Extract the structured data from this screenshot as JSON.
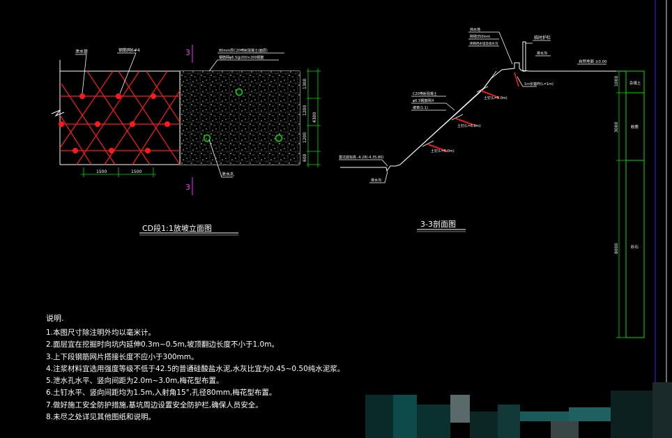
{
  "drawing": {
    "left_title": "CD段1:1放坡立面图",
    "right_title": "3-3剖面图",
    "section_mark": "3",
    "left_labels": {
      "drain_pipe": "泄水管",
      "steel_mesh": "钢筋网6#4",
      "top_note_1": "80mm厚C20喷射混凝土(面层)",
      "top_note_2": "钢筋网φ6.5@200×200钢筋",
      "drain_hole": "泄水孔",
      "dim_1500_a": "1500",
      "dim_1500_b": "1500",
      "dim_1300": "1300",
      "dim_1200_a": "1200",
      "dim_1200_b": "1200",
      "dim_600": "600",
      "dim_4300": "4300"
    },
    "right_labels": {
      "top_note_1": "挡水墙",
      "top_note_2": "砖砌350mm",
      "top_note_3": "砖砌挡水墙及排水沟",
      "fence": "临时护栏",
      "ground_level": "自然地面 ±0.00",
      "drain_ditch": "排水沟",
      "anchor_top": "1m长锚杆(L=1m)",
      "shotcrete_1": "C20喷射混凝土",
      "shotcrete_2": "φ6.5钢筋网片",
      "slope_ratio": "坡率(1:1)",
      "nail_1": "土钉(L=6.0m)",
      "nail_2": "土钉(L=6.0m)",
      "nail_3": "土钉(L=6.0m)",
      "bottom_level": "基坑底标高 -4.28(-4.35,80)",
      "bottom_ditch": "排水沟",
      "strata_1": "杂填土",
      "strata_2": "粉质",
      "strata_3": "砂石",
      "strata_dim_1": "1000",
      "strata_dim_2": "3000",
      "strata_dim_3": "8000"
    }
  },
  "notes": {
    "heading": "说明.",
    "items": [
      "1.本图尺寸除注明外均以毫米计。",
      "2.面层宜在挖掘时向坑内延伸0.3m~0.5m,坡顶翻边长度不小于1.0m。",
      "3.上下段钢筋网片搭接长度不应小于300mm。",
      "4.注浆材料宜选用强度等级不低于42.5的普通硅酸盐水泥,水灰比宜为0.45~0.50纯水泥浆。",
      "5.泄水孔水平、竖向间距为2.0m~3.0m,梅花型布置。",
      "6.土钉水平、竖向间距均为1.5m,入射角15°,孔径80mm,梅花型布置。",
      "7.做好施工安全防护措施,基坑周边设置安全防护栏,确保人员安全。",
      "8.未尽之处详见其他图纸和说明。"
    ]
  },
  "colors": {
    "background": "#000000",
    "red": "#ff1a1a",
    "green": "#00e000",
    "magenta": "#ff2aff",
    "white": "#ffffff",
    "blue": "#2a2aff"
  }
}
